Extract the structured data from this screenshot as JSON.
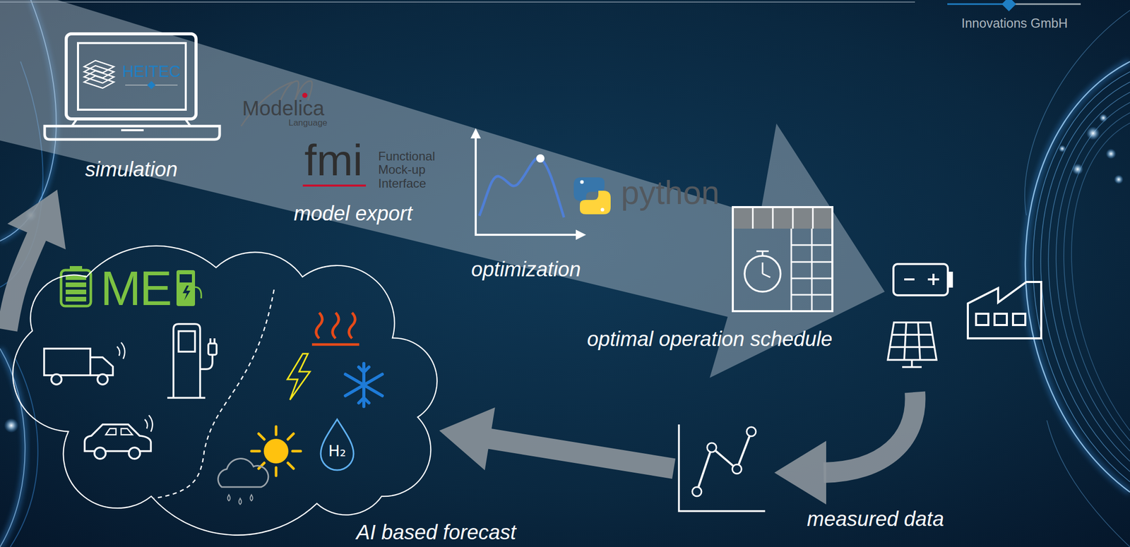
{
  "diagram": {
    "nodes": [
      {
        "text": [
          "simulation"
        ]
      },
      {
        "text": [
          "model export"
        ]
      },
      {
        "text": [
          "optimization"
        ]
      },
      {
        "text": [
          "optimal operation schedule"
        ]
      },
      {
        "text": [
          "measured data"
        ]
      },
      {
        "text": [
          "AI based forecast"
        ]
      }
    ],
    "edges": [
      {
        "from": 5,
        "to": 0,
        "arrow": "to"
      },
      {
        "from": 4,
        "to": 5,
        "arrow": "to"
      }
    ],
    "labels": [
      "Innovations GmbH",
      "HEITEC",
      "Modelica",
      "Language",
      "fmi",
      "Functional Mock-up Interface",
      "python",
      "ME",
      "H₂"
    ]
  }
}
